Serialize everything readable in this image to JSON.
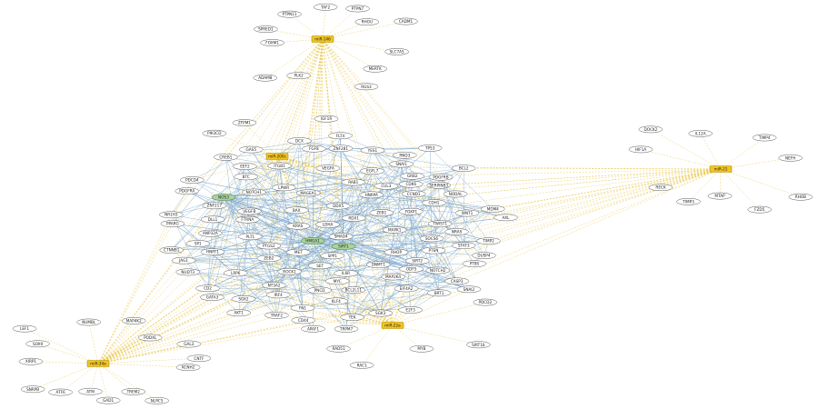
{
  "network": {
    "mirnas": [
      "miR-146",
      "miR-200c",
      "miR-21",
      "miR-34a",
      "miR-22a"
    ],
    "hubs": [
      "NOS3",
      "HMGA1",
      "SIRT1"
    ],
    "genes": [
      "SLC7A5",
      "MERTK",
      "RGS3",
      "PLK2",
      "ADAM8",
      "FOXM1",
      "SPRED1",
      "PTPN11",
      "TAF2",
      "PTPN7",
      "RHOU",
      "CADM1",
      "VEGFA",
      "LPWR",
      "BTC",
      "PIK3CD",
      "ZFPM1",
      "IGF1R",
      "TEK",
      "HNRPA",
      "NT3A2",
      "SERPINB3",
      "RHOP",
      "PLT1",
      "LRP6",
      "PTBS",
      "HNRT1",
      "ZEB1",
      "ZEB2",
      "BRT1",
      "RDX1",
      "FTRNA",
      "ROCK1",
      "BCL2",
      "GATA3",
      "EGFL7",
      "PDCD4",
      "PNCD",
      "NODAL",
      "YES1",
      "WNT1",
      "ZNF217",
      "RND3",
      "DLL1",
      "NOTCH1",
      "FLT4",
      "JAG1",
      "CCND1",
      "MYC",
      "PTEN",
      "AKT1",
      "KRAS",
      "NRAS",
      "BAX",
      "SIRT2",
      "MDM4",
      "SMAD4",
      "TP53",
      "PDGFRA",
      "RHOB",
      "FZD5",
      "MTAP",
      "TIMP3",
      "RECK",
      "HIF1A",
      "DOCK2",
      "IL12A",
      "SOCS6",
      "ANP32A",
      "NR1H3",
      "ODF5",
      "TRAF2",
      "SOX2",
      "PDCD2",
      "EIF4A2",
      "KLF4",
      "MAP2K4",
      "SIRT1b",
      "RAB1",
      "SGK3",
      "DDX5",
      "CD44",
      "TIMP2",
      "FOXP1",
      "MYB",
      "CDK6",
      "E2F3",
      "MET",
      "TRPM7",
      "LDHA",
      "NOTCH2",
      "STAT3",
      "PDGFRB",
      "IL6R",
      "KCNH2",
      "TREM2",
      "NLRC5",
      "GAD1",
      "ATM",
      "ATF6",
      "SNRPB",
      "XIRP1",
      "SOX9",
      "LEF1",
      "NUMBL",
      "MAP4K2",
      "PODXL",
      "GAL3",
      "CNTF",
      "VEGFB",
      "DUSP4",
      "MAPK1",
      "RAC1",
      "DNMT1",
      "RAD51",
      "MAGEA1",
      "IRF4",
      "DCX",
      "CD2",
      "FGF8",
      "NEFH",
      "AXL",
      "SPP1",
      "GAS5",
      "NUDT3",
      "SET",
      "CASP3",
      "CREB1",
      "EEF2",
      "GRB2",
      "CUL3",
      "CDH1",
      "PTGS2",
      "CTNNB1",
      "FN1",
      "TIMP4",
      "ITGB1",
      "APAF1",
      "BCL2L11",
      "PPARG",
      "SP1",
      "SNAI1",
      "SNAI2",
      "TWIST1",
      "ZNF281"
    ]
  }
}
